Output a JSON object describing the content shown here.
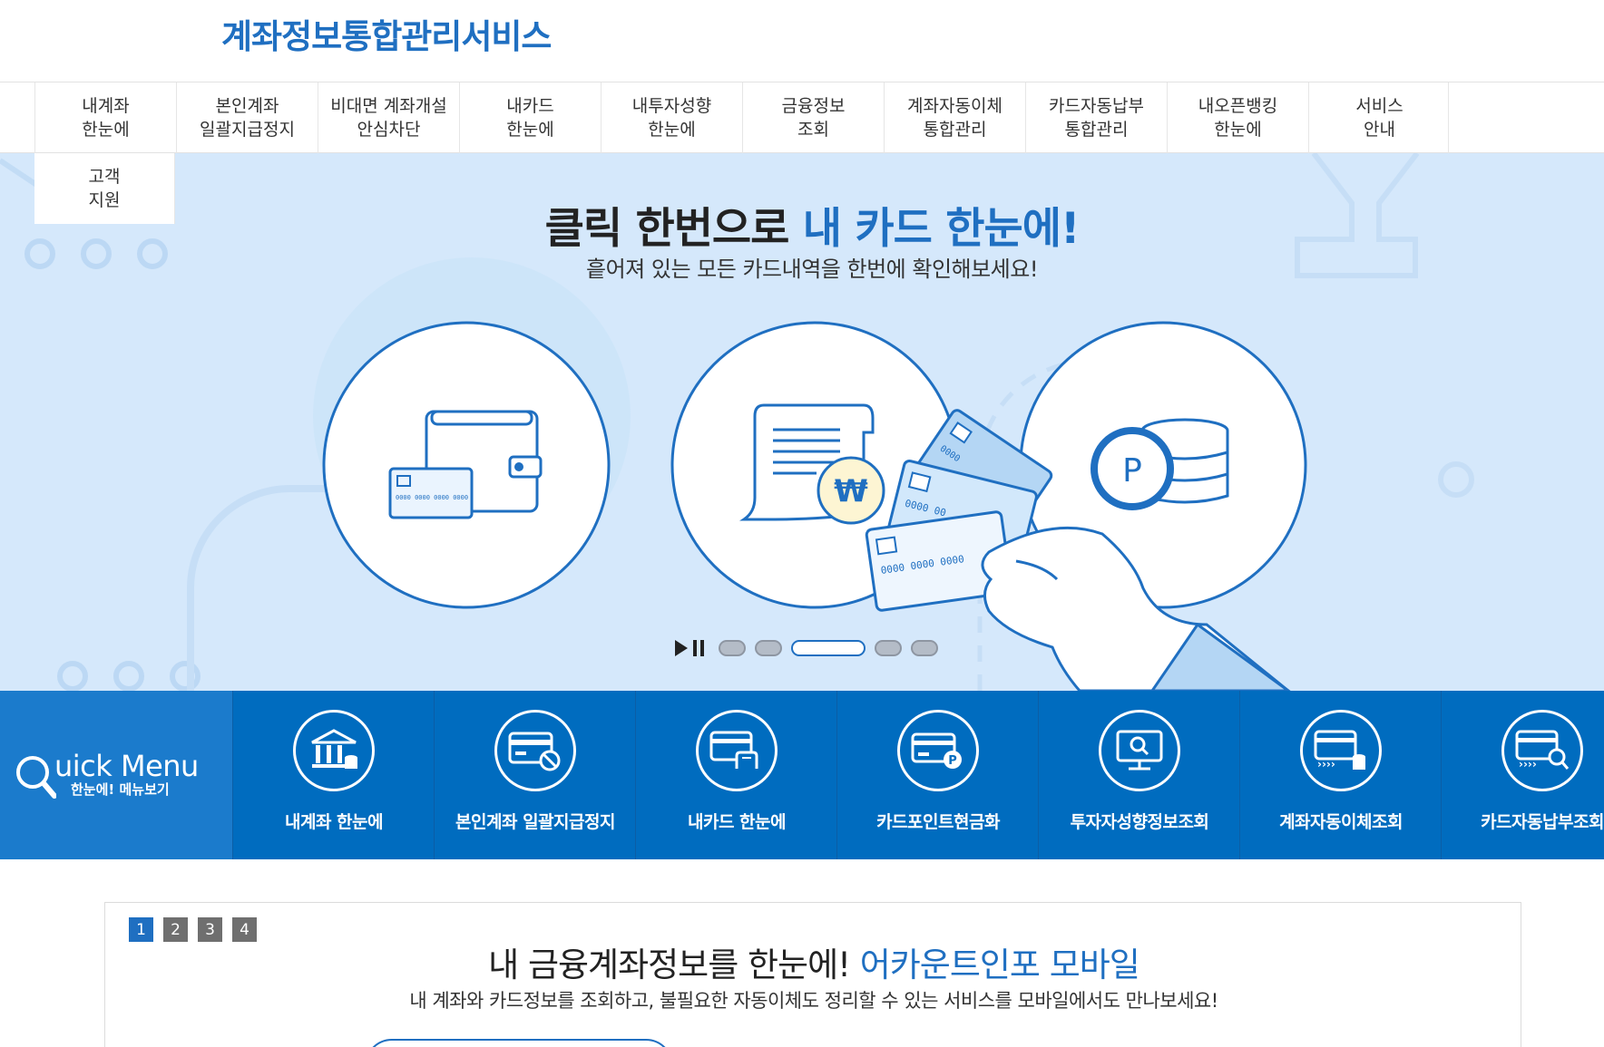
{
  "header": {
    "site_title": "계좌정보통합관리서비스"
  },
  "nav": {
    "items": [
      {
        "label": "내계좌\n한눈에"
      },
      {
        "label": "본인계좌\n일괄지급정지"
      },
      {
        "label": "비대면 계좌개설\n안심차단"
      },
      {
        "label": "내카드\n한눈에"
      },
      {
        "label": "내투자성향\n한눈에"
      },
      {
        "label": "금융정보\n조회"
      },
      {
        "label": "계좌자동이체\n통합관리"
      },
      {
        "label": "카드자동납부\n통합관리"
      },
      {
        "label": "내오픈뱅킹\n한눈에"
      },
      {
        "label": "서비스\n안내"
      }
    ],
    "overflow_item": {
      "label": "고객\n지원"
    }
  },
  "hero": {
    "title_main": "클릭 한번으로 ",
    "title_accent": "내 카드 한눈에!",
    "subtitle": "흩어져 있는 모든 카드내역을 한번에 확인해보세요!",
    "card_number_text": "0000 0000 0000 0000",
    "card_number_short": "0000 0000 0000",
    "card_partial_1": "0000 00",
    "card_partial_2": "0000",
    "won_symbol": "₩",
    "point_symbol": "P",
    "slider": {
      "count": 5,
      "active_index": 2
    }
  },
  "quick_menu": {
    "title": "uick Menu",
    "subtitle": "한눈에! 메뉴보기",
    "items": [
      {
        "label": "내계좌 한눈에",
        "icon": "bank-icon"
      },
      {
        "label": "본인계좌 일괄지급정지",
        "icon": "card-block-icon"
      },
      {
        "label": "내카드 한눈에",
        "icon": "card-hand-icon"
      },
      {
        "label": "카드포인트현금화",
        "icon": "card-point-icon"
      },
      {
        "label": "투자자성향정보조회",
        "icon": "monitor-search-icon"
      },
      {
        "label": "계좌자동이체조회",
        "icon": "transfer-icon"
      },
      {
        "label": "카드자동납부조회",
        "icon": "card-search-icon"
      }
    ]
  },
  "info": {
    "pages": [
      "1",
      "2",
      "3",
      "4"
    ],
    "active_page": 0,
    "title_main": "내 금융계좌정보를 한눈에! ",
    "title_accent": "어카운트인포 모바일",
    "subtitle": "내 계좌와 카드정보를 조회하고, 불필요한 자동이체도 정리할 수 있는 서비스를 모바일에서도 만나보세요!"
  },
  "colors": {
    "brand_blue": "#1f6fc1",
    "quick_bg": "#006cbf",
    "hero_bg": "#d5e8fb"
  }
}
